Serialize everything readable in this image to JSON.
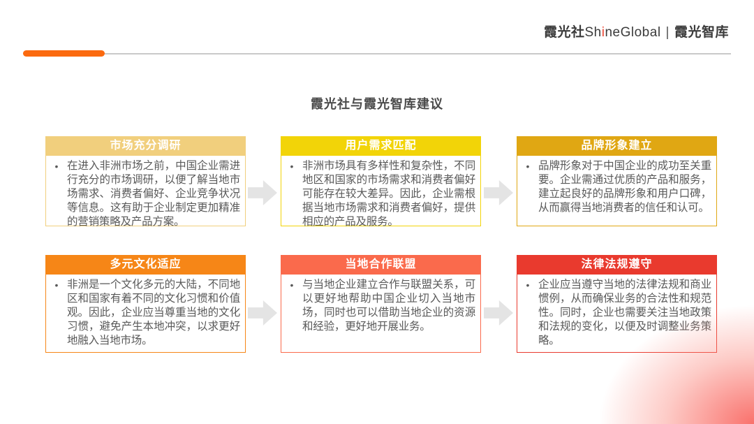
{
  "logo": {
    "brand_cn": "霞光社",
    "brand_en_pre": "Sh",
    "brand_en_i": "i",
    "brand_en_post": "neGlobal",
    "separator": "|",
    "brand_suffix": "霞光智库"
  },
  "title": "霞光社与霞光智库建议",
  "bullet": "•",
  "decor": {
    "accent_bar_color": "#fb6a0f",
    "divider_color": "#c9c9c9",
    "arrow_color": "#e4e4e4",
    "corner_glow_color": "#f85852"
  },
  "cards": [
    {
      "title": "市场充分调研",
      "color": "#f1cf7d",
      "body": "在进入非洲市场之前，中国企业需进行充分的市场调研，以便了解当地市场需求、消费者偏好、企业竞争状况等信息。这有助于企业制定更加精准的营销策略及产品方案。"
    },
    {
      "title": "用户需求匹配",
      "color": "#f2d408",
      "body": "非洲市场具有多样性和复杂性，不同地区和国家的市场需求和消费者偏好可能存在较大差异。因此，企业需根据当地市场需求和消费者偏好，提供相应的产品及服务。"
    },
    {
      "title": "品牌形象建立",
      "color": "#e0a713",
      "body": "品牌形象对于中国企业的成功至关重要。企业需通过优质的产品和服务，建立起良好的品牌形象和用户口碑，从而赢得当地消费者的信任和认可。"
    },
    {
      "title": "多元文化适应",
      "color": "#f68617",
      "body": "非洲是一个文化多元的大陆，不同地区和国家有着不同的文化习惯和价值观。因此，企业应当尊重当地的文化习惯，避免产生本地冲突，以求更好地融入当地市场。"
    },
    {
      "title": "当地合作联盟",
      "color": "#fa6a4c",
      "body": "与当地企业建立合作与联盟关系，可以更好地帮助中国企业切入当地市场，同时也可以借助当地企业的资源和经验，更好地开展业务。"
    },
    {
      "title": "法律法规遵守",
      "color": "#e93a2e",
      "body": "企业应当遵守当地的法律法规和商业惯例，从而确保业务的合法性和规范性。同时，企业也需要关注当地政策和法规的变化，以便及时调整业务策略。"
    }
  ]
}
